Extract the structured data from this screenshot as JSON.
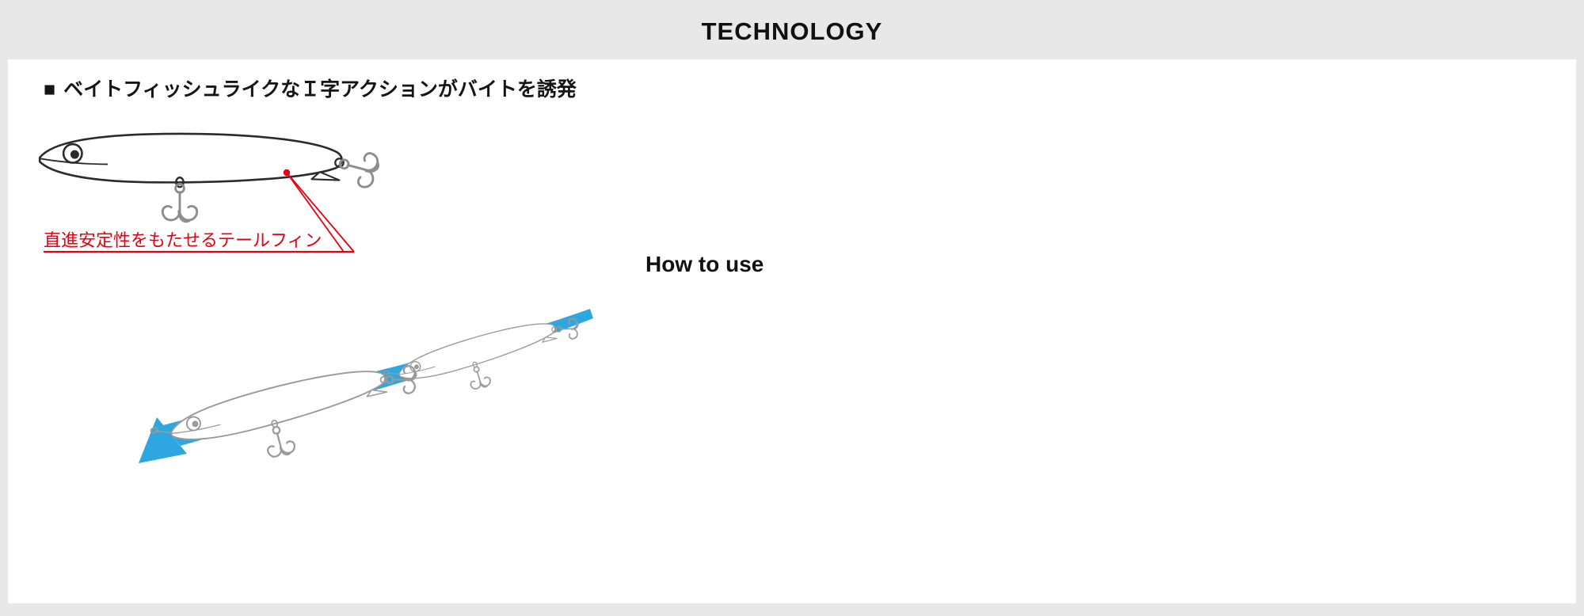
{
  "page": {
    "title": "TECHNOLOGY"
  },
  "technology_section": {
    "bullet": "■",
    "heading": "ベイトフィッシュライクなＩ字アクションがバイトを誘発",
    "callout": "直進安定性をもたせるテールフィン"
  },
  "how_to_use_section": {
    "label": "How to use"
  },
  "illustrations": {
    "top": "lure-side-view-with-tail-fin-callout-icon",
    "bottom": "two-lures-swimming-along-blue-arrow-icon"
  },
  "colors": {
    "background": "#e8e8e8",
    "panel": "#ffffff",
    "accent_red": "#e60012",
    "arrow_blue": "#2ea7e0",
    "lure_outline_dark": "#2b2b2b",
    "lure_outline_gray": "#9a9a9a",
    "hook_gray": "#8d8d8d",
    "text": "#111111"
  }
}
